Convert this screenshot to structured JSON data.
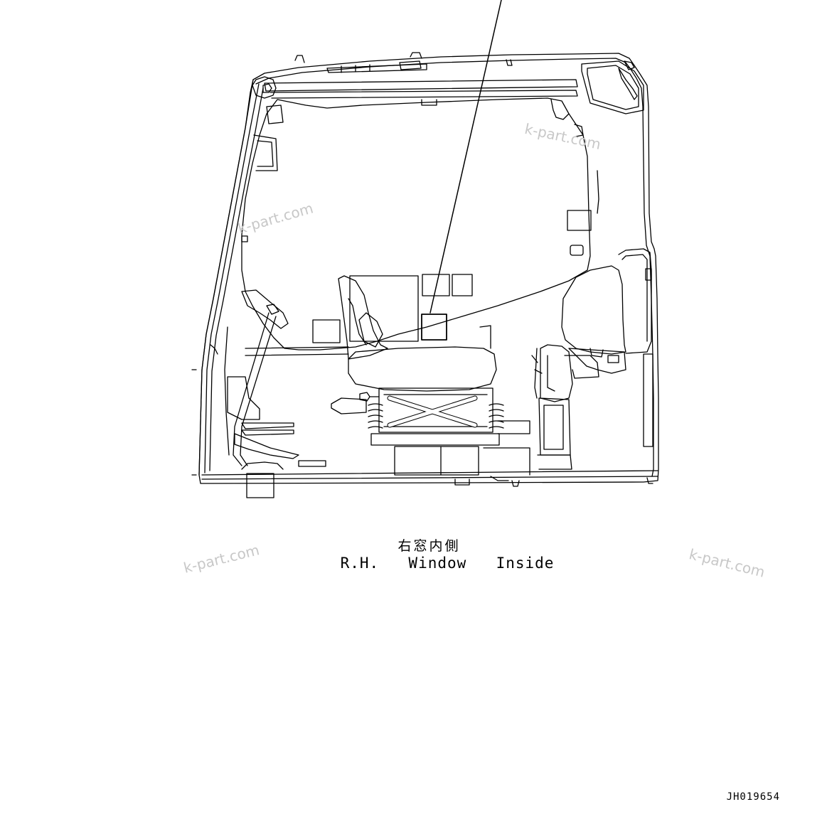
{
  "caption": {
    "japanese": "右窓内側",
    "english": "R.H.  Window  Inside"
  },
  "drawing_number": "JH019654",
  "watermark_text": "k-part.com",
  "colors": {
    "line": "#000000",
    "background": "#ffffff",
    "watermark": "#c8c8c8"
  }
}
